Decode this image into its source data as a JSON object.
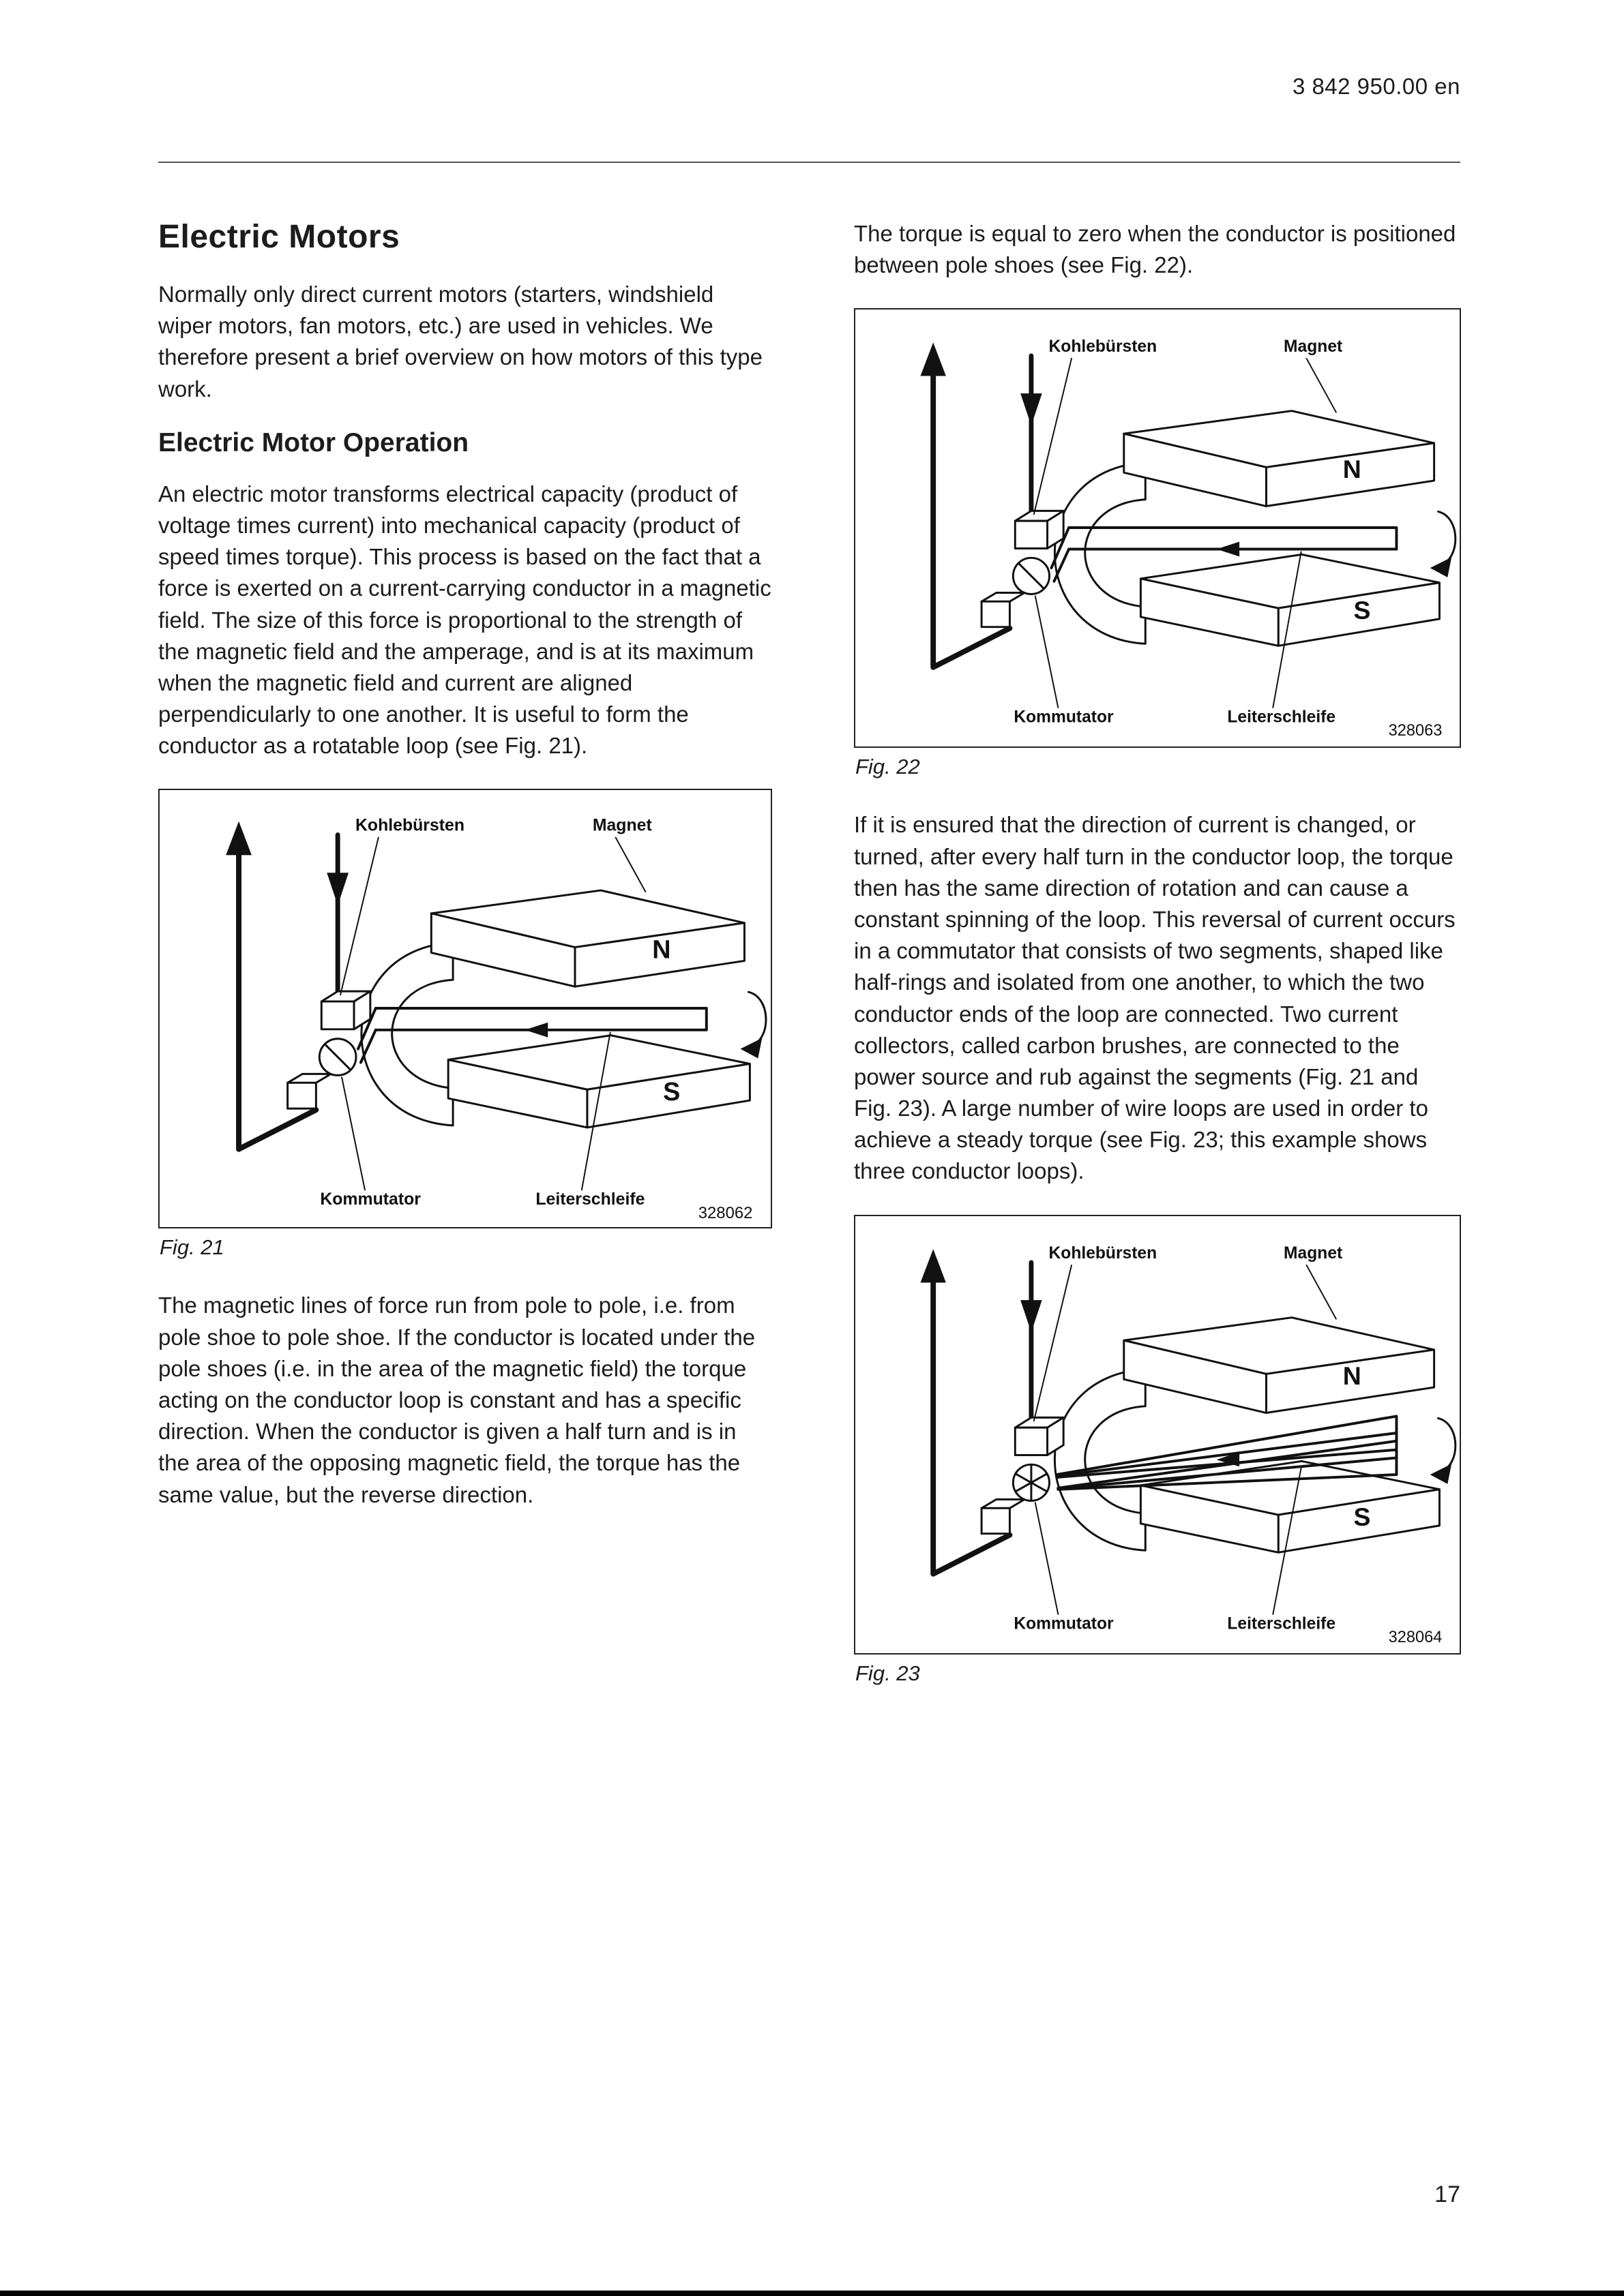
{
  "header": {
    "doc_number": "3 842 950.00 en"
  },
  "page_number": "17",
  "left_column": {
    "title": "Electric Motors",
    "intro": "Normally only direct current motors (starters, windshield wiper motors, fan motors, etc.) are used in vehicles. We therefore present a brief overview on how motors of this type work.",
    "section_heading": "Electric Motor Operation",
    "paragraph1": "An electric motor transforms electrical capacity (product of voltage times current) into mechanical capacity (product of speed times torque). This process is based on the fact that a force is exerted on a current-carrying conductor in a magnetic field. The size of this force is proportional to the strength of the magnetic field and the amperage, and is at its maximum when the magnetic field and current are aligned perpendicularly to one another. It is useful to form the conductor as a rotatable loop (see Fig. 21).",
    "paragraph2": "The magnetic lines of force run from pole to pole, i.e. from pole shoe to pole shoe. If the conductor is located under the pole shoes (i.e. in the area of the magnetic field) the torque acting on the conductor loop is constant and has a specific direction. When the conductor is given a half turn and is in the area of the opposing magnetic field, the torque has the same value, but the reverse direction."
  },
  "right_column": {
    "paragraph1": "The torque is equal to zero when the conductor is positioned between pole shoes (see Fig. 22).",
    "paragraph2": "If it is ensured that the direction of current is changed, or turned, after every half turn in the conductor loop, the torque then has the same direction of rotation and can cause a constant spinning of the loop. This reversal of current occurs in a commutator that consists of two segments, shaped like half-rings and isolated from one another, to which the two conductor ends of the loop are connected. Two current collectors, called carbon brushes, are connected to the power source and rub against the segments (Fig. 21 and Fig. 23). A large number of wire loops are used in order to achieve a steady torque (see Fig. 23; this example shows three conductor loops)."
  },
  "figures": {
    "fig21": {
      "caption": "Fig. 21",
      "number": "328062"
    },
    "fig22": {
      "caption": "Fig. 22",
      "number": "328063"
    },
    "fig23": {
      "caption": "Fig. 23",
      "number": "328064"
    }
  },
  "diagram_labels": {
    "brushes": "Kohlebürsten",
    "magnet": "Magnet",
    "north": "N",
    "south": "S",
    "commutator": "Kommutator",
    "loop": "Leiterschleife"
  }
}
